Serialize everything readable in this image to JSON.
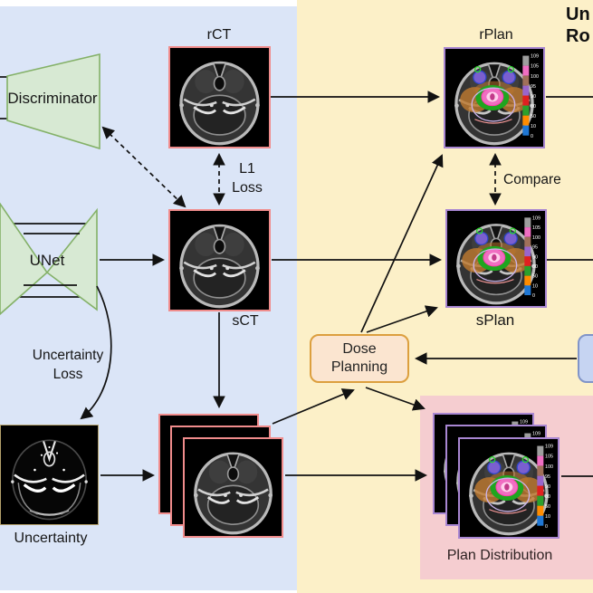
{
  "corner_text": "Un\nRo",
  "nodes": {
    "discriminator": {
      "label": "Discriminator"
    },
    "unet": {
      "label": "UNet"
    },
    "rct": {
      "label": "rCT"
    },
    "sct": {
      "label": "sCT"
    },
    "rplan": {
      "label": "rPlan"
    },
    "splan": {
      "label": "sPlan"
    },
    "uncertainty": {
      "label": "Uncertainty"
    },
    "dose_planning": {
      "label": "Dose\nPlanning"
    },
    "plan_distribution": {
      "label": "Plan Distribution"
    }
  },
  "edges": {
    "l1_loss": {
      "label": "L1\nLoss"
    },
    "uncertainty_loss": {
      "label": "Uncertainty\nLoss"
    },
    "compare": {
      "label": "Compare"
    }
  },
  "colorbar": {
    "labels": [
      "109",
      "105",
      "100",
      "95",
      "90",
      "80",
      "50",
      "10",
      "0"
    ],
    "colors": [
      "#9e9e9e",
      "#f06ec2",
      "#a0705a",
      "#9966cc",
      "#e02020",
      "#2ca02c",
      "#ff8c00",
      "#1f77d4"
    ]
  },
  "colors": {
    "panel_left": "#dbe5f7",
    "panel_right": "#fcf0c8",
    "panel_plan_distribution": "#f5cdd0",
    "network_fill": "#d7e9d3",
    "network_stroke": "#84b168",
    "ct_border": "#f08c8c",
    "plan_border": "#a886d2",
    "dose_planning_border": "#dc9f3e",
    "dose_planning_fill": "#fbe5d0",
    "side_box_fill": "#c6d4f2",
    "side_box_border": "#8094c8"
  }
}
